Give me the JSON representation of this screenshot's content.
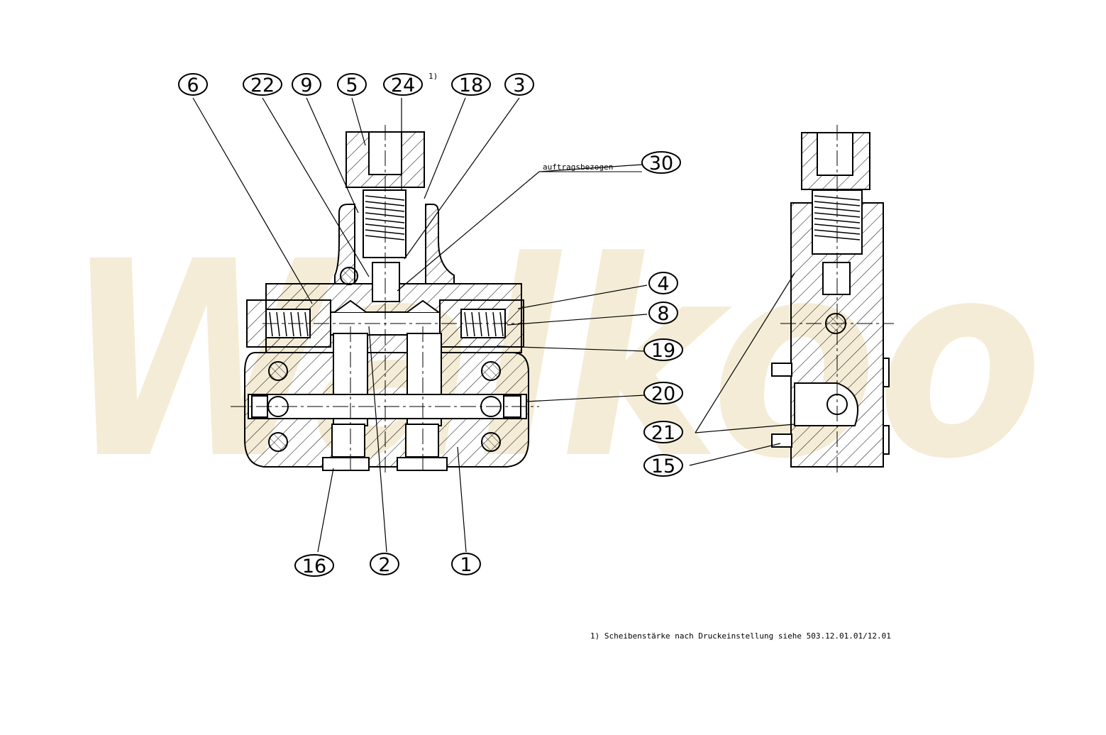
{
  "watermark": {
    "text": "Walkoo",
    "color": "#f4ecd6"
  },
  "balloons": [
    {
      "id": "6",
      "label": "6"
    },
    {
      "id": "22",
      "label": "22"
    },
    {
      "id": "9",
      "label": "9"
    },
    {
      "id": "5",
      "label": "5"
    },
    {
      "id": "24",
      "label": "24"
    },
    {
      "id": "18",
      "label": "18"
    },
    {
      "id": "3",
      "label": "3"
    },
    {
      "id": "30",
      "label": "30"
    },
    {
      "id": "4",
      "label": "4"
    },
    {
      "id": "8",
      "label": "8"
    },
    {
      "id": "19",
      "label": "19"
    },
    {
      "id": "20",
      "label": "20"
    },
    {
      "id": "21",
      "label": "21"
    },
    {
      "id": "15",
      "label": "15"
    },
    {
      "id": "16",
      "label": "16"
    },
    {
      "id": "2",
      "label": "2"
    },
    {
      "id": "1",
      "label": "1"
    }
  ],
  "annotations": {
    "footnote_mark": "1)",
    "order_related": "auftragsbezogen",
    "footnote": "1) Scheibenstärke nach Druckeinstellung siehe 503.12.01.01/12.01"
  }
}
